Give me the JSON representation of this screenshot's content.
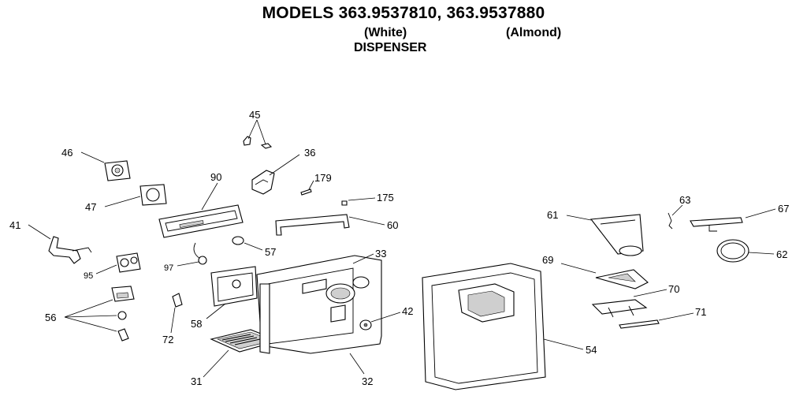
{
  "header": {
    "title": "MODELS 363.9537810, 363.9537880",
    "variant_white": "(White)",
    "variant_almond": "(Almond)",
    "section": "DISPENSER"
  },
  "part_labels": {
    "p45": "45",
    "p46": "46",
    "p36": "36",
    "p90": "90",
    "p179": "179",
    "p175": "175",
    "p47": "47",
    "p41": "41",
    "p60": "60",
    "p57": "57",
    "p33": "33",
    "p95": "95",
    "p97": "97",
    "p56": "56",
    "p58": "58",
    "p72": "72",
    "p42": "42",
    "p31": "31",
    "p32": "32",
    "p54": "54",
    "p63": "63",
    "p61": "61",
    "p67": "67",
    "p62": "62",
    "p69": "69",
    "p70": "70",
    "p71": "71"
  }
}
